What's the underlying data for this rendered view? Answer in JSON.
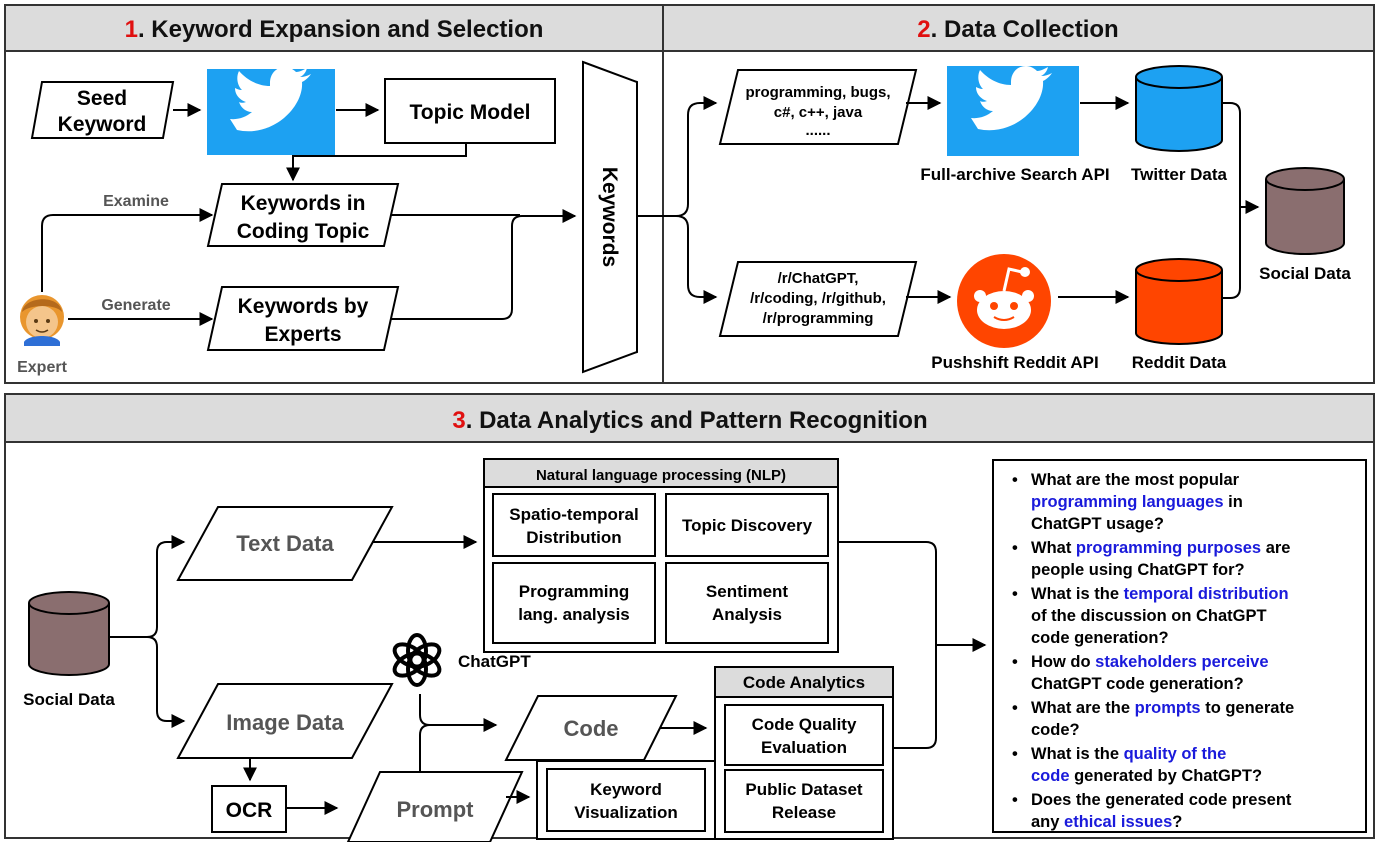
{
  "colors": {
    "header_bg": "#dcdcdc",
    "twitter_blue": "#1da1f2",
    "reddit_orange": "#ff4500",
    "db_brown": "#8a6e6f",
    "highlight_blue": "#1a1adb",
    "number_red": "#e01010"
  },
  "section1": {
    "number": "1",
    "title": ". Keyword Expansion and Selection",
    "seed_keyword": [
      "Seed",
      "Keyword"
    ],
    "twitter_icon": "twitter-bird-icon",
    "topic_model": "Topic Model",
    "keywords_coding_topic": [
      "Keywords in",
      "Coding Topic"
    ],
    "keywords_by_experts": [
      "Keywords by",
      "Experts"
    ],
    "examine": "Examine",
    "generate": "Generate",
    "expert": "Expert",
    "expert_icon": "person-icon",
    "keywords": "Keywords"
  },
  "section2": {
    "number": "2",
    "title": ". Data Collection",
    "twitter_keywords": [
      "programming, bugs,",
      "c#, c++, java",
      "......"
    ],
    "subreddits": [
      "/r/ChatGPT,",
      "/r/coding, /r/github,",
      "/r/programming"
    ],
    "full_archive_api": "Full-archive Search API",
    "twitter_data": "Twitter Data",
    "pushshift_api": "Pushshift Reddit API",
    "reddit_data": "Reddit Data",
    "social_data": "Social Data",
    "reddit_icon": "reddit-alien-icon"
  },
  "section3": {
    "number": "3",
    "title": ". Data Analytics and Pattern Recognition",
    "social_data": "Social Data",
    "text_data": "Text Data",
    "image_data": "Image Data",
    "nlp_title": "Natural language processing (NLP)",
    "spatio": [
      "Spatio-temporal",
      "Distribution"
    ],
    "topic_discovery": "Topic Discovery",
    "prog_lang": [
      "Programming",
      "lang. analysis"
    ],
    "sentiment": [
      "Sentiment",
      "Analysis"
    ],
    "chatgpt": "ChatGPT",
    "chatgpt_icon": "openai-logo-icon",
    "code": "Code",
    "code_analytics": "Code Analytics",
    "code_quality": [
      "Code Quality",
      "Evaluation"
    ],
    "public_dataset": [
      "Public Dataset",
      "Release"
    ],
    "ocr": "OCR",
    "prompt": "Prompt",
    "keyword_viz": [
      "Keyword",
      "Visualization"
    ]
  },
  "questions": {
    "q1": {
      "a": "What are the most popular",
      "hl": "programming languages",
      "b": " in",
      "c": "ChatGPT usage?"
    },
    "q2": {
      "a": "What ",
      "hl": "programming purposes",
      "b": " are",
      "c": "people using ChatGPT for?"
    },
    "q3": {
      "a": "What is the ",
      "hl": "temporal distribution",
      "c": "of the discussion on ChatGPT",
      "d": "code generation?"
    },
    "q4": {
      "a": "How do ",
      "hl": "stakeholders perceive",
      "c": "ChatGPT code generation?"
    },
    "q5": {
      "a": "What are the ",
      "hl": "prompts",
      "b": " to generate",
      "c": "code?"
    },
    "q6": {
      "a": "What is the ",
      "hl": "quality of the",
      "hl2": "code",
      "b": " generated by ChatGPT?"
    },
    "q7": {
      "a": "Does the generated code present",
      "b": "any ",
      "hl": "ethical issues",
      "c": "?"
    }
  }
}
